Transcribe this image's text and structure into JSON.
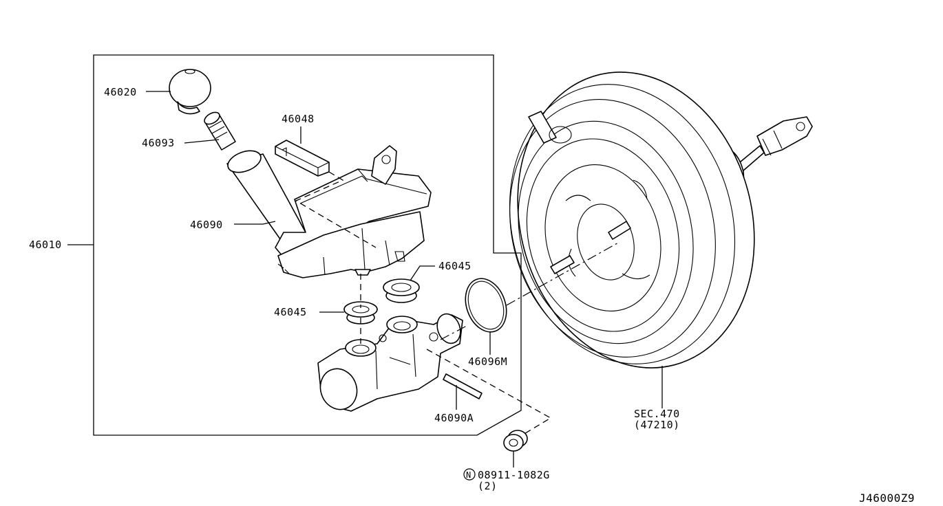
{
  "labels": {
    "p46020": "46020",
    "p46093": "46093",
    "p46048": "46048",
    "p46090": "46090",
    "p46010": "46010",
    "p46045_upper": "46045",
    "p46045_lower": "46045",
    "p46096m": "46096M",
    "p46090a": "46090A",
    "sec_line1": "SEC.470",
    "sec_line2": "(47210)",
    "nut_symbol": "N",
    "nut_part": "08911-1082G",
    "nut_qty": "(2)",
    "diagram_id": "J46000Z9"
  }
}
